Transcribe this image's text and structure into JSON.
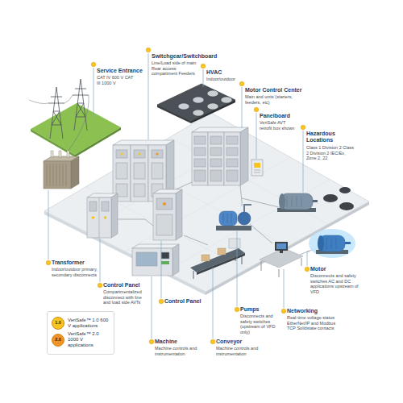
{
  "diagram": {
    "labels": [
      "Service Entrance",
      "CAT IV 600 V CAT III 1000 V",
      "Switchgear/Switchboard",
      "Line/Load side of main Rear access compartment Feeders",
      "HVAC",
      "Indoor/outdoor",
      "Motor Control Center",
      "Main and units (starters, feeders, etc)",
      "Panelboard",
      "VeriSafe AVT retrofit box shown",
      "Hazardous Locations",
      "Class 1 Division 2 Class 2 Division 2 IEC/Ex, Zone 2, 22",
      "Transformer",
      "Indoor/outdoor primary, secondary disconnects",
      "Motor",
      "Disconnects and safety switches AC and DC applications upstream of VFD",
      "Control Panel",
      "Compartmentalized disconnect with line and load side AVTs",
      "Control Panel",
      "Pumps",
      "Disconnects and safety switches (upstream of VFD only)",
      "Networking",
      "Real-time voltage status EtherNet/IP and Modbus TCP Solidstate contacts",
      "Machine",
      "Machine controls and instrumentation",
      "Conveyor",
      "Machine controls and instrumentation",
      "1.0",
      "2.0"
    ],
    "legend": [
      {
        "text": "VeriSafe™ 1.0 600 V applications",
        "color": "#f7c51e"
      },
      {
        "text": "VeriSafe™ 2.0 1000 V applications",
        "color": "#f0932b"
      }
    ]
  }
}
